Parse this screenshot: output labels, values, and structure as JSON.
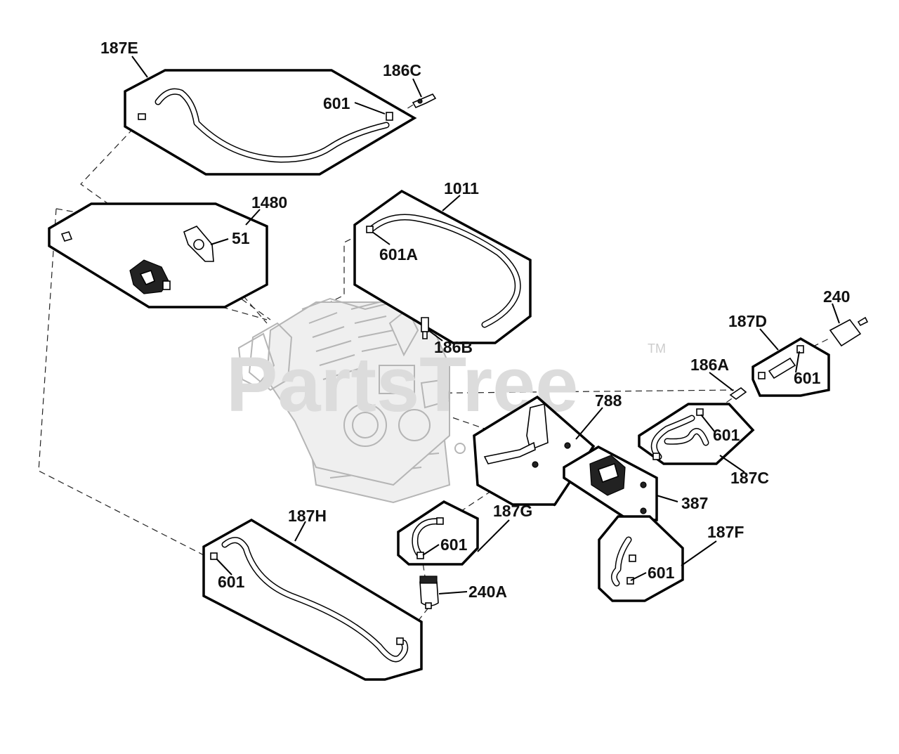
{
  "watermark": {
    "text": "PartsTree",
    "trademark": "TM"
  },
  "labels": {
    "l187E": "187E",
    "l186C": "186C",
    "l601_e": "601",
    "l1480": "1480",
    "l51": "51",
    "l1011": "1011",
    "l601A": "601A",
    "l186B": "186B",
    "l240": "240",
    "l187D": "187D",
    "l186A": "186A",
    "l601_d": "601",
    "l788": "788",
    "l601_c": "601",
    "l187C": "187C",
    "l387": "387",
    "l187H": "187H",
    "l187G": "187G",
    "l601_g": "601",
    "l187F": "187F",
    "l601_f": "601",
    "l601_h": "601",
    "l240A": "240A"
  },
  "colors": {
    "line": "#000000",
    "engine": "#b5b5b5",
    "watermark": "#dcdcdc"
  }
}
